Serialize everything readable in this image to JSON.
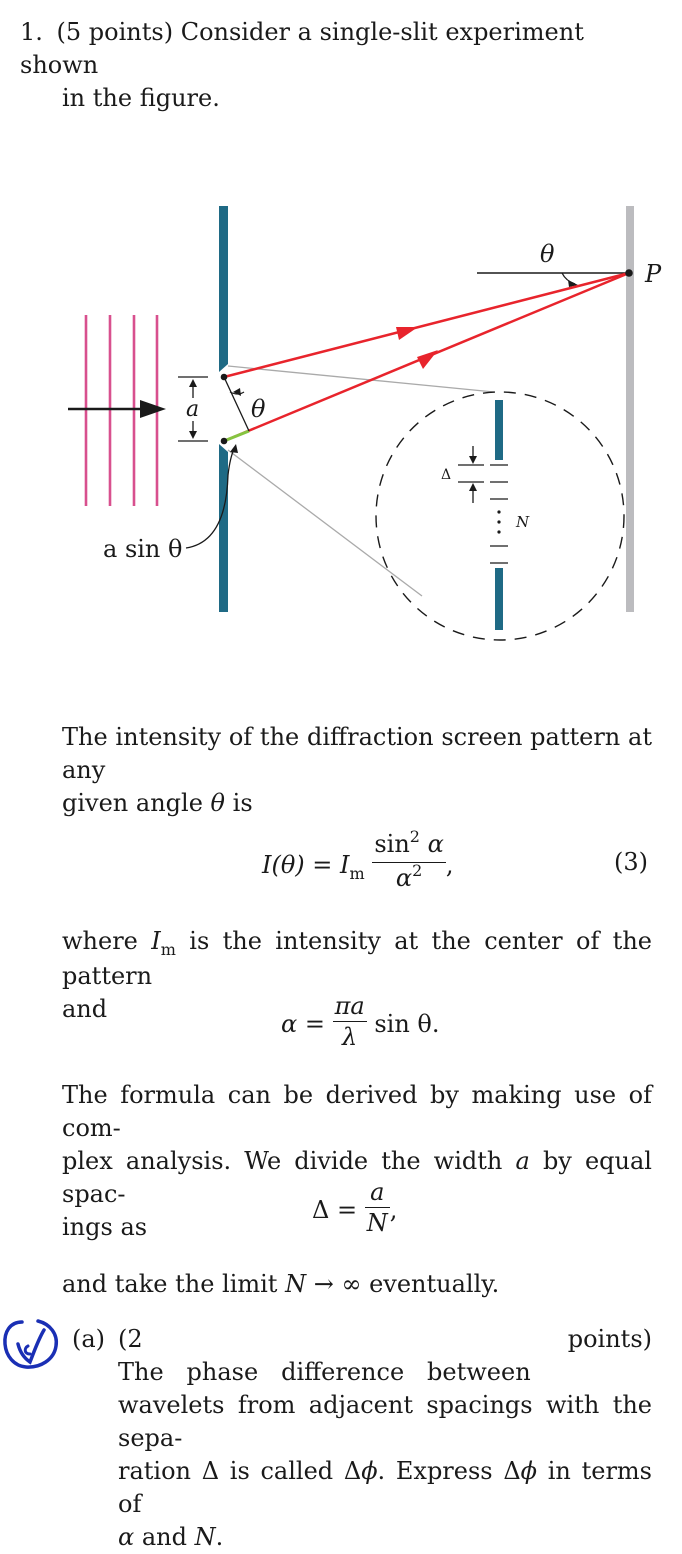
{
  "problem": {
    "number": "1.",
    "points": "(5 points)",
    "line1_rest": "Consider a single-slit experiment shown",
    "line2": "in the figure."
  },
  "figure": {
    "theta_label": "θ",
    "point_label": "P",
    "slit_width_label": "a",
    "path_diff_label": "a sin θ",
    "spacing_label": "Δ",
    "count_label": "N",
    "colors": {
      "barrier": "#1f6a85",
      "screen": "#bcbcbf",
      "wavefront": "#d8508e",
      "ray": "#e8242c",
      "highlight": "#86c440",
      "helper": "#aaaaaa",
      "ink": "#1a1a1a"
    }
  },
  "text": {
    "intensity_line1": "The intensity of the diffraction screen pattern at any",
    "intensity_line2_pre": "given angle",
    "intensity_line2_var": "θ",
    "intensity_line2_post": "is",
    "where_line1_pre": "where",
    "where_line1_post": "is the intensity at the center of the pattern",
    "where_line2": "and",
    "derive_line1": "The formula can be derived by making use of com-",
    "derive_line2_pre": "plex analysis. We divide the width",
    "derive_line2_var": "a",
    "derive_line2_post": "by equal spac-",
    "derive_line3": "ings as",
    "limit_pre": "and take the limit",
    "limit_expr": "N → ∞",
    "limit_post": "eventually."
  },
  "equations": {
    "intensity": {
      "lhs": "I(θ) = I",
      "sub": "m",
      "num_fn": "sin",
      "num_pow": "2",
      "num_var": "α",
      "den_var": "α",
      "den_pow": "2",
      "trail": ",",
      "tag": "(3)"
    },
    "alpha": {
      "lhs": "α =",
      "num": "πa",
      "den": "λ",
      "rhs": "sin θ."
    },
    "delta": {
      "lhs": "Δ =",
      "num": "a",
      "den": "N",
      "trail": ","
    },
    "Im_symbol": "I",
    "Im_sub": "m"
  },
  "part_a": {
    "label": "(a)",
    "points": "(2 points)",
    "line1_rest": "The   phase   difference   between",
    "line2": "wavelets from adjacent spacings with the sepa-",
    "line3_pre": "ration Δ is called Δ",
    "line3_var": "ϕ",
    "line3_mid": ". Express Δ",
    "line3_var2": "ϕ",
    "line3_post": "in terms of",
    "line4_var": "α",
    "line4_mid": "and",
    "line4_var2": "N",
    "line4_post": "."
  },
  "annotation": {
    "name": "handwritten check mark",
    "color": "#1a2fb4"
  }
}
